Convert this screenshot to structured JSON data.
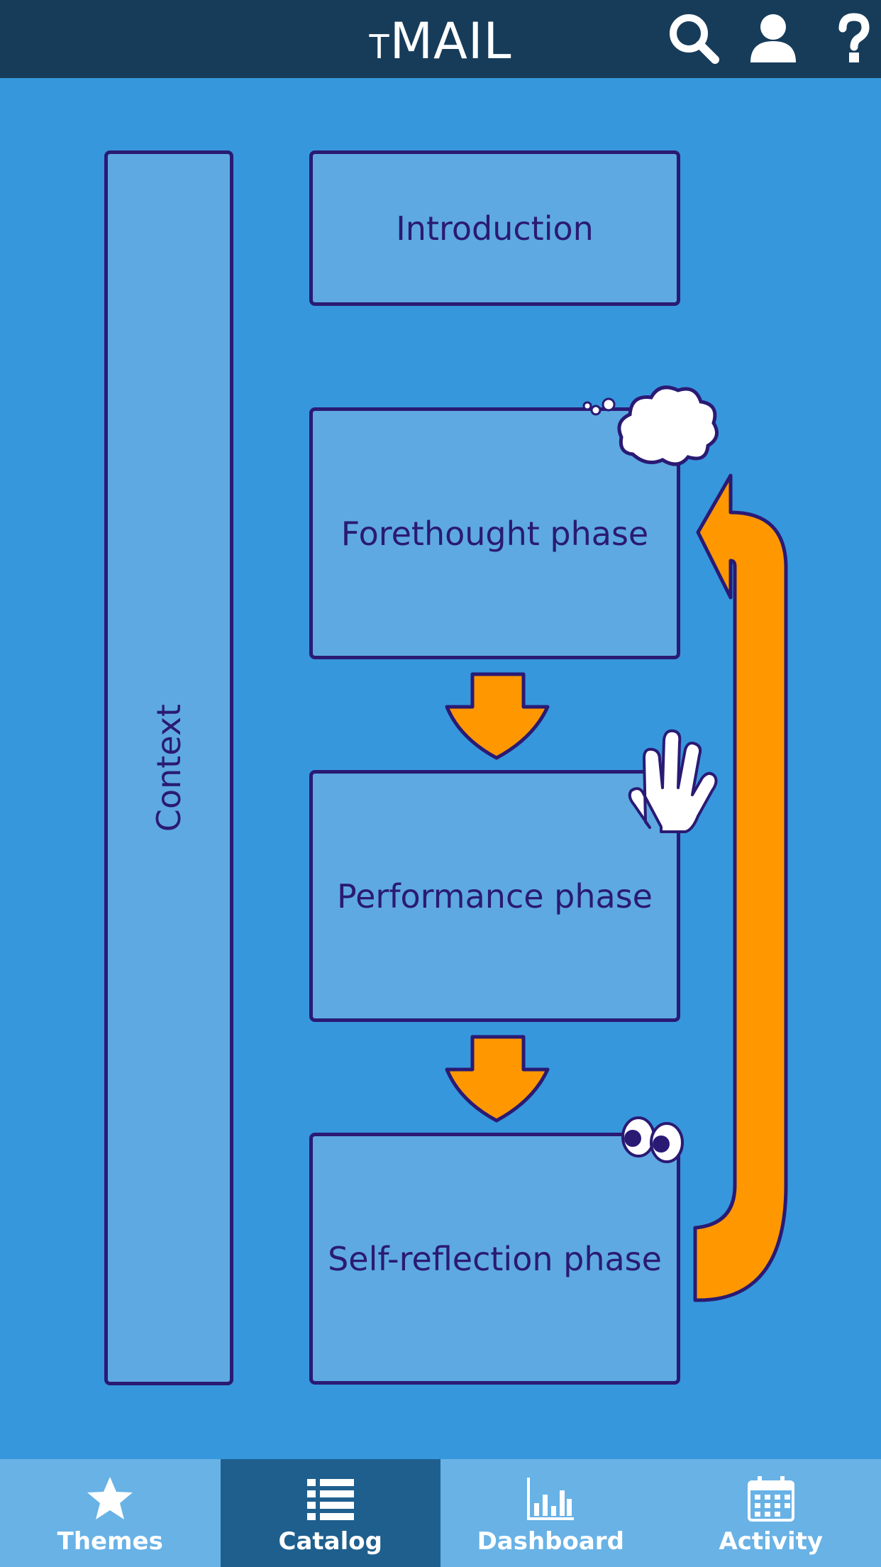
{
  "app": {
    "title_small": "T",
    "title_main": "MAIL"
  },
  "topbar_icons": [
    "search-icon",
    "user-icon",
    "help-icon"
  ],
  "diagram": {
    "context_label": "Context",
    "boxes": [
      {
        "id": "introduction",
        "label": "Introduction"
      },
      {
        "id": "forethought",
        "label": "Forethought phase",
        "decoration": "thought-cloud-icon"
      },
      {
        "id": "performance",
        "label": "Performance phase",
        "decoration": "hand-icon"
      },
      {
        "id": "self-reflection",
        "label": "Self-reflection phase",
        "decoration": "eyes-icon"
      }
    ],
    "colors": {
      "background": "#3797dc",
      "box_fill": "#5ea9e2",
      "outline": "#2a1a74",
      "arrow": "#ff9800"
    }
  },
  "navbar": {
    "items": [
      {
        "label": "Themes",
        "icon": "star-icon",
        "active": false
      },
      {
        "label": "Catalog",
        "icon": "list-icon",
        "active": true
      },
      {
        "label": "Dashboard",
        "icon": "bar-chart-icon",
        "active": false
      },
      {
        "label": "Activity",
        "icon": "calendar-icon",
        "active": false
      }
    ]
  }
}
